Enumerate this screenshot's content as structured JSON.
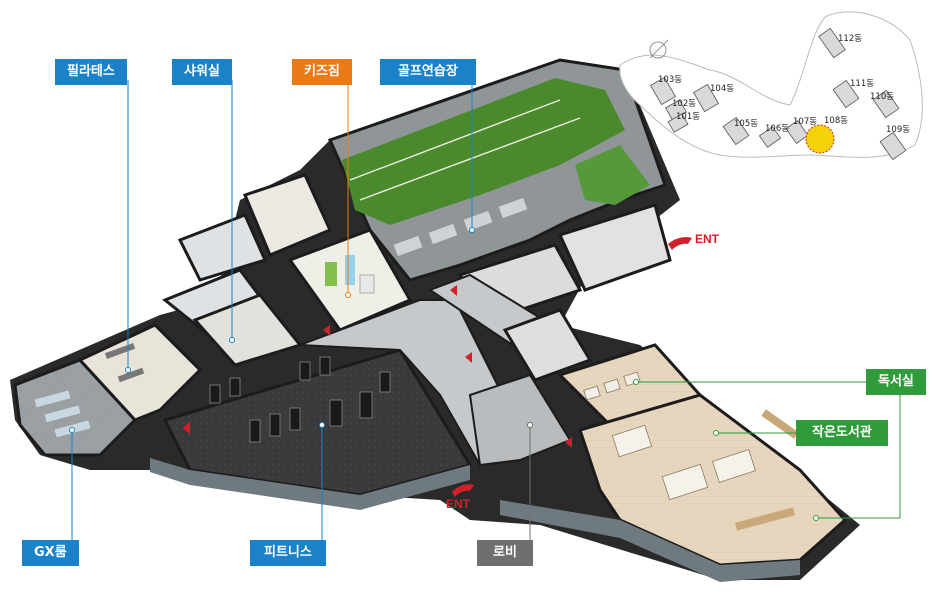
{
  "labels": {
    "pilates": "필라테스",
    "shower": "샤워실",
    "kidsgym": "키즈짐",
    "golf": "골프연습장",
    "gx": "GX룸",
    "fitness": "피트니스",
    "lobby": "로비",
    "reading": "독서실",
    "library": "작은도서관"
  },
  "entrances": {
    "right": "ENT",
    "bottom": "ENT"
  },
  "minimap": {
    "buildings": {
      "b112": "112동",
      "b103": "103동",
      "b104": "104동",
      "b102": "102동",
      "b101": "101동",
      "b111": "111동",
      "b110": "110동",
      "b105": "105동",
      "b106": "106동",
      "b107": "107동",
      "b108": "108동",
      "b109": "109동"
    }
  },
  "colors": {
    "label_blue": "#1a82c8",
    "label_orange": "#ea7a16",
    "label_gray": "#6f6f6f",
    "label_green": "#2f9b3a",
    "entrance_red": "#d1202a",
    "highlight_yellow": "#f4d20a"
  }
}
